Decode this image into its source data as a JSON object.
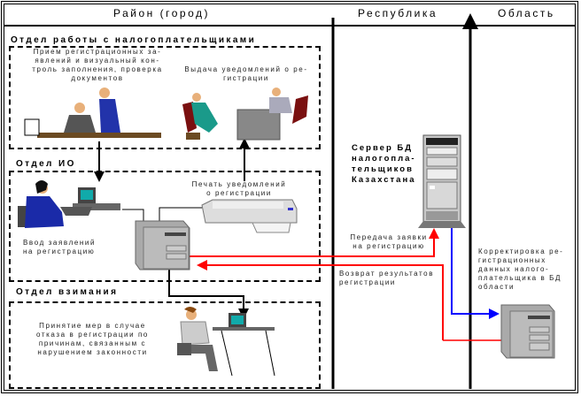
{
  "columns": {
    "district": "Район (город)",
    "republic": "Республика",
    "region": "Область"
  },
  "departments": {
    "taxpayers": {
      "title": "Отдел работы с налогоплательщиками",
      "task1": [
        "Прием регистрационных за-",
        "явлений и визуальный кон-",
        "троль заполнения, проверка",
        "документов"
      ],
      "task2": [
        "Выдача уведомлений о ре-",
        "гистрации"
      ]
    },
    "io": {
      "title": "Отдел ИО",
      "input": [
        "Ввод заявлений",
        "на регистрацию"
      ],
      "print": [
        "Печать уведомлений",
        "о регистрации"
      ]
    },
    "collection": {
      "title": "Отдел взимания",
      "task": [
        "Принятие мер в случае",
        "отказа в регистрации по",
        "причинам, связанным с",
        "нарушением законности"
      ]
    }
  },
  "republic": {
    "server": [
      "Сервер БД",
      "налогопла-",
      "тельщиков",
      "Казахстана"
    ],
    "send": [
      "Передача заявки",
      "на регистрацию"
    ],
    "return": [
      "Возврат результатов",
      "регистрации"
    ]
  },
  "region": {
    "correction": [
      "Корректировка ре-",
      "гистрационных",
      "данных налого-",
      "плательщика в БД",
      "области"
    ]
  },
  "colors": {
    "red_line": "#ff0000",
    "blue_line": "#0000ff",
    "black": "#000000"
  }
}
